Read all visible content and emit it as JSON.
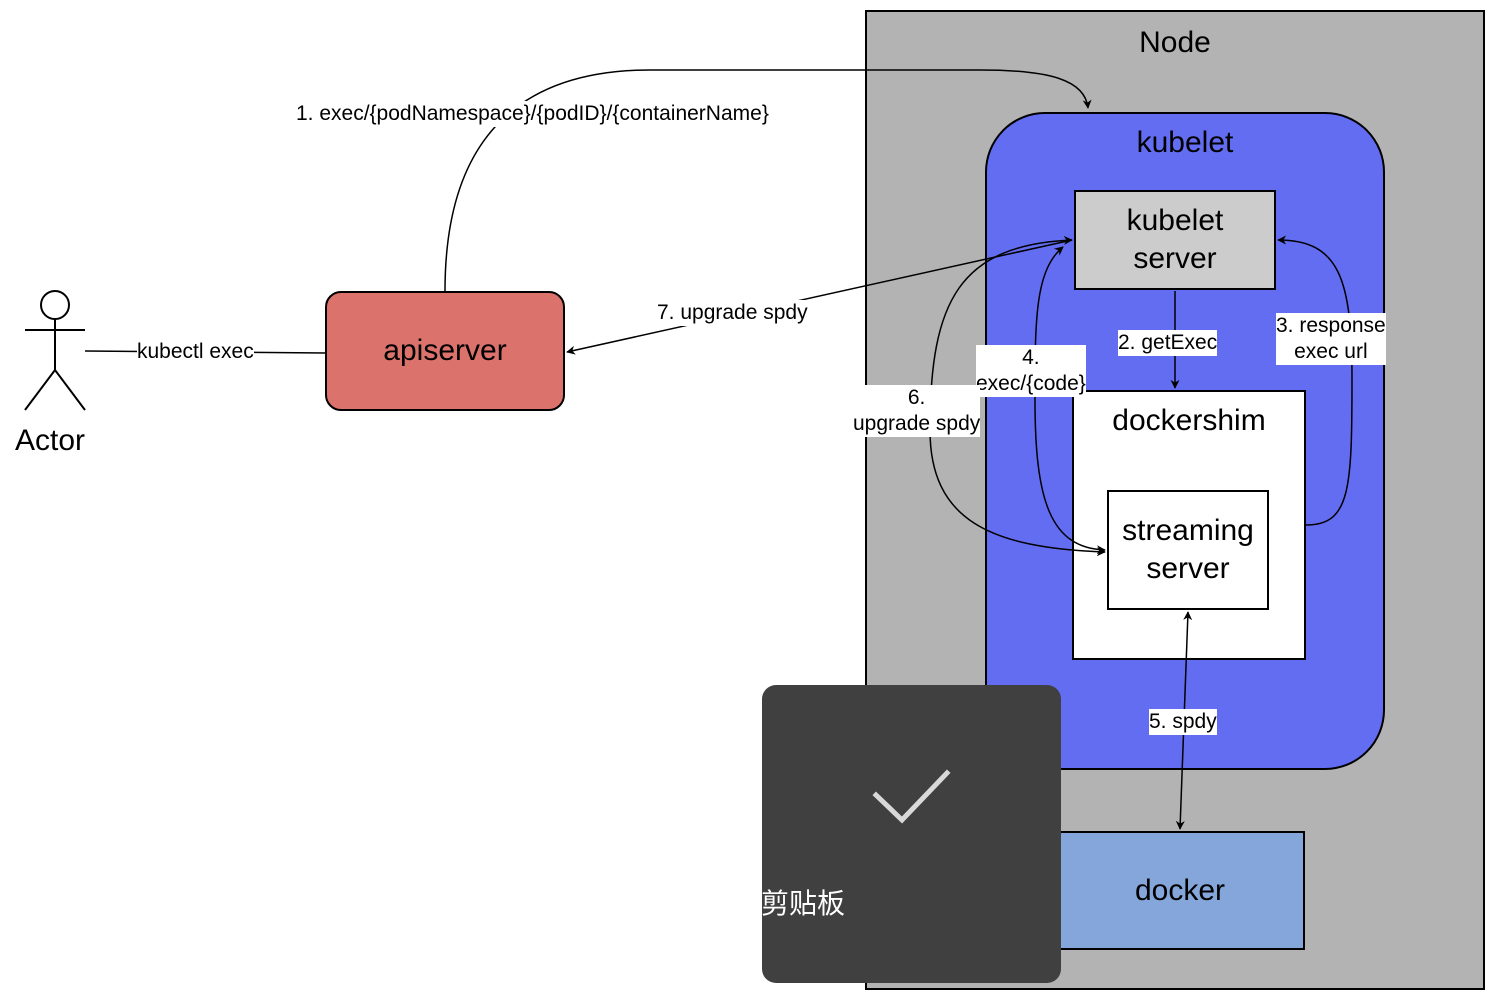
{
  "node": {
    "title": "Node"
  },
  "kubelet": {
    "title": "kubelet"
  },
  "kubelet_server": {
    "line1": "kubelet",
    "line2": "server"
  },
  "dockershim": {
    "title": "dockershim"
  },
  "streaming_server": {
    "line1": "streaming",
    "line2": "server"
  },
  "docker": {
    "title": "docker"
  },
  "apiserver": {
    "title": "apiserver"
  },
  "actor": {
    "name": "Actor"
  },
  "edges": {
    "kubectl": "kubectl exec",
    "step1": "1. exec/{podNamespace}/{podID}/{containerName}",
    "step2": "2. getExec",
    "step3_line1": "3. response",
    "step3_line2": "exec url",
    "step4_line1": "4.",
    "step4_line2": "exec/{code}",
    "step5": "5. spdy",
    "step6_line1": "6.",
    "step6_line2": "upgrade spdy",
    "step7": "7. upgrade spdy"
  },
  "toast": {
    "message": "已添加到剪贴板",
    "icon": "checkmark-icon"
  },
  "colors": {
    "node_bg": "#b3b3b3",
    "kubelet_bg": "#636df2",
    "kubelet_server_bg": "#cccccc",
    "docker_bg": "#85a6db",
    "apiserver_bg": "#dc726c",
    "toast_bg": "#404040"
  }
}
